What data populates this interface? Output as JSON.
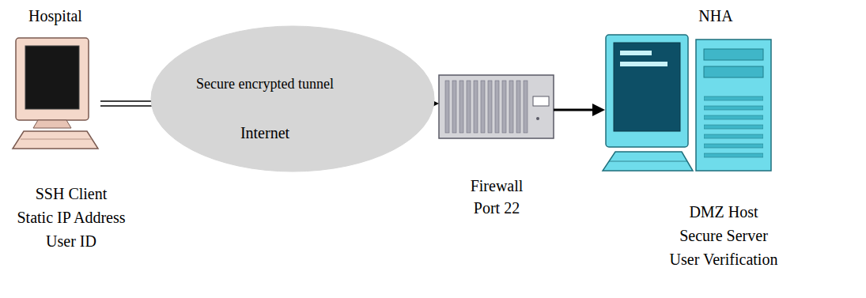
{
  "diagram": {
    "nodes": [
      {
        "text": [
          "Hospital",
          "SSH Client",
          "Static IP Address",
          "User ID"
        ]
      },
      {
        "text": [
          "Secure encrypted tunnel",
          "Internet"
        ]
      },
      {
        "text": [
          "Firewall",
          "Port 22"
        ]
      },
      {
        "text": [
          "NHA",
          "DMZ Host",
          "Secure Server",
          "User Verification"
        ]
      }
    ],
    "edges": [
      {
        "from": 0,
        "to": 2,
        "arrow": "to"
      },
      {
        "from": 2,
        "to": 3,
        "arrow": "to"
      }
    ]
  }
}
